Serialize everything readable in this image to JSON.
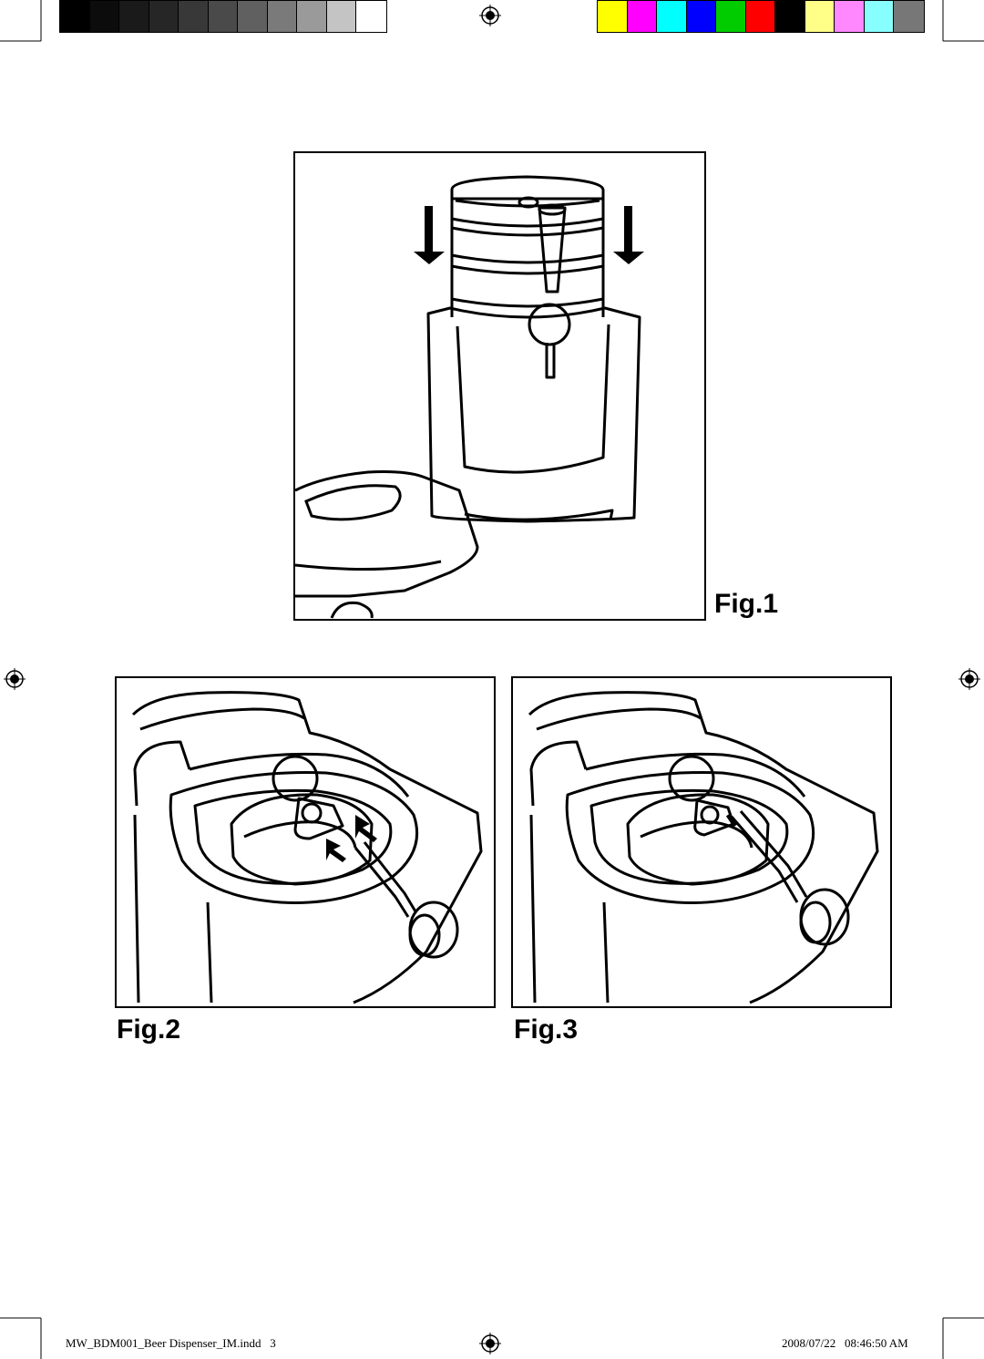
{
  "color_bars": {
    "grayscale": [
      "#000000",
      "#0c0c0c",
      "#1a1a1a",
      "#262626",
      "#383838",
      "#4a4a4a",
      "#606060",
      "#7a7a7a",
      "#9a9a9a",
      "#c4c4c4",
      "#ffffff"
    ],
    "process": [
      "#ffff00",
      "#ff00ff",
      "#00ffff",
      "#0000ff",
      "#00cc00",
      "#ff0000",
      "#000000",
      "#ffff88",
      "#ff88ff",
      "#88ffff",
      "#777777"
    ]
  },
  "figures": {
    "fig1": {
      "label": "Fig.1"
    },
    "fig2": {
      "label": "Fig.2"
    },
    "fig3": {
      "label": "Fig.3"
    }
  },
  "footer": {
    "file": "MW_BDM001_Beer Dispenser_IM.indd   3",
    "timestamp": "2008/07/22   08:46:50 AM"
  }
}
